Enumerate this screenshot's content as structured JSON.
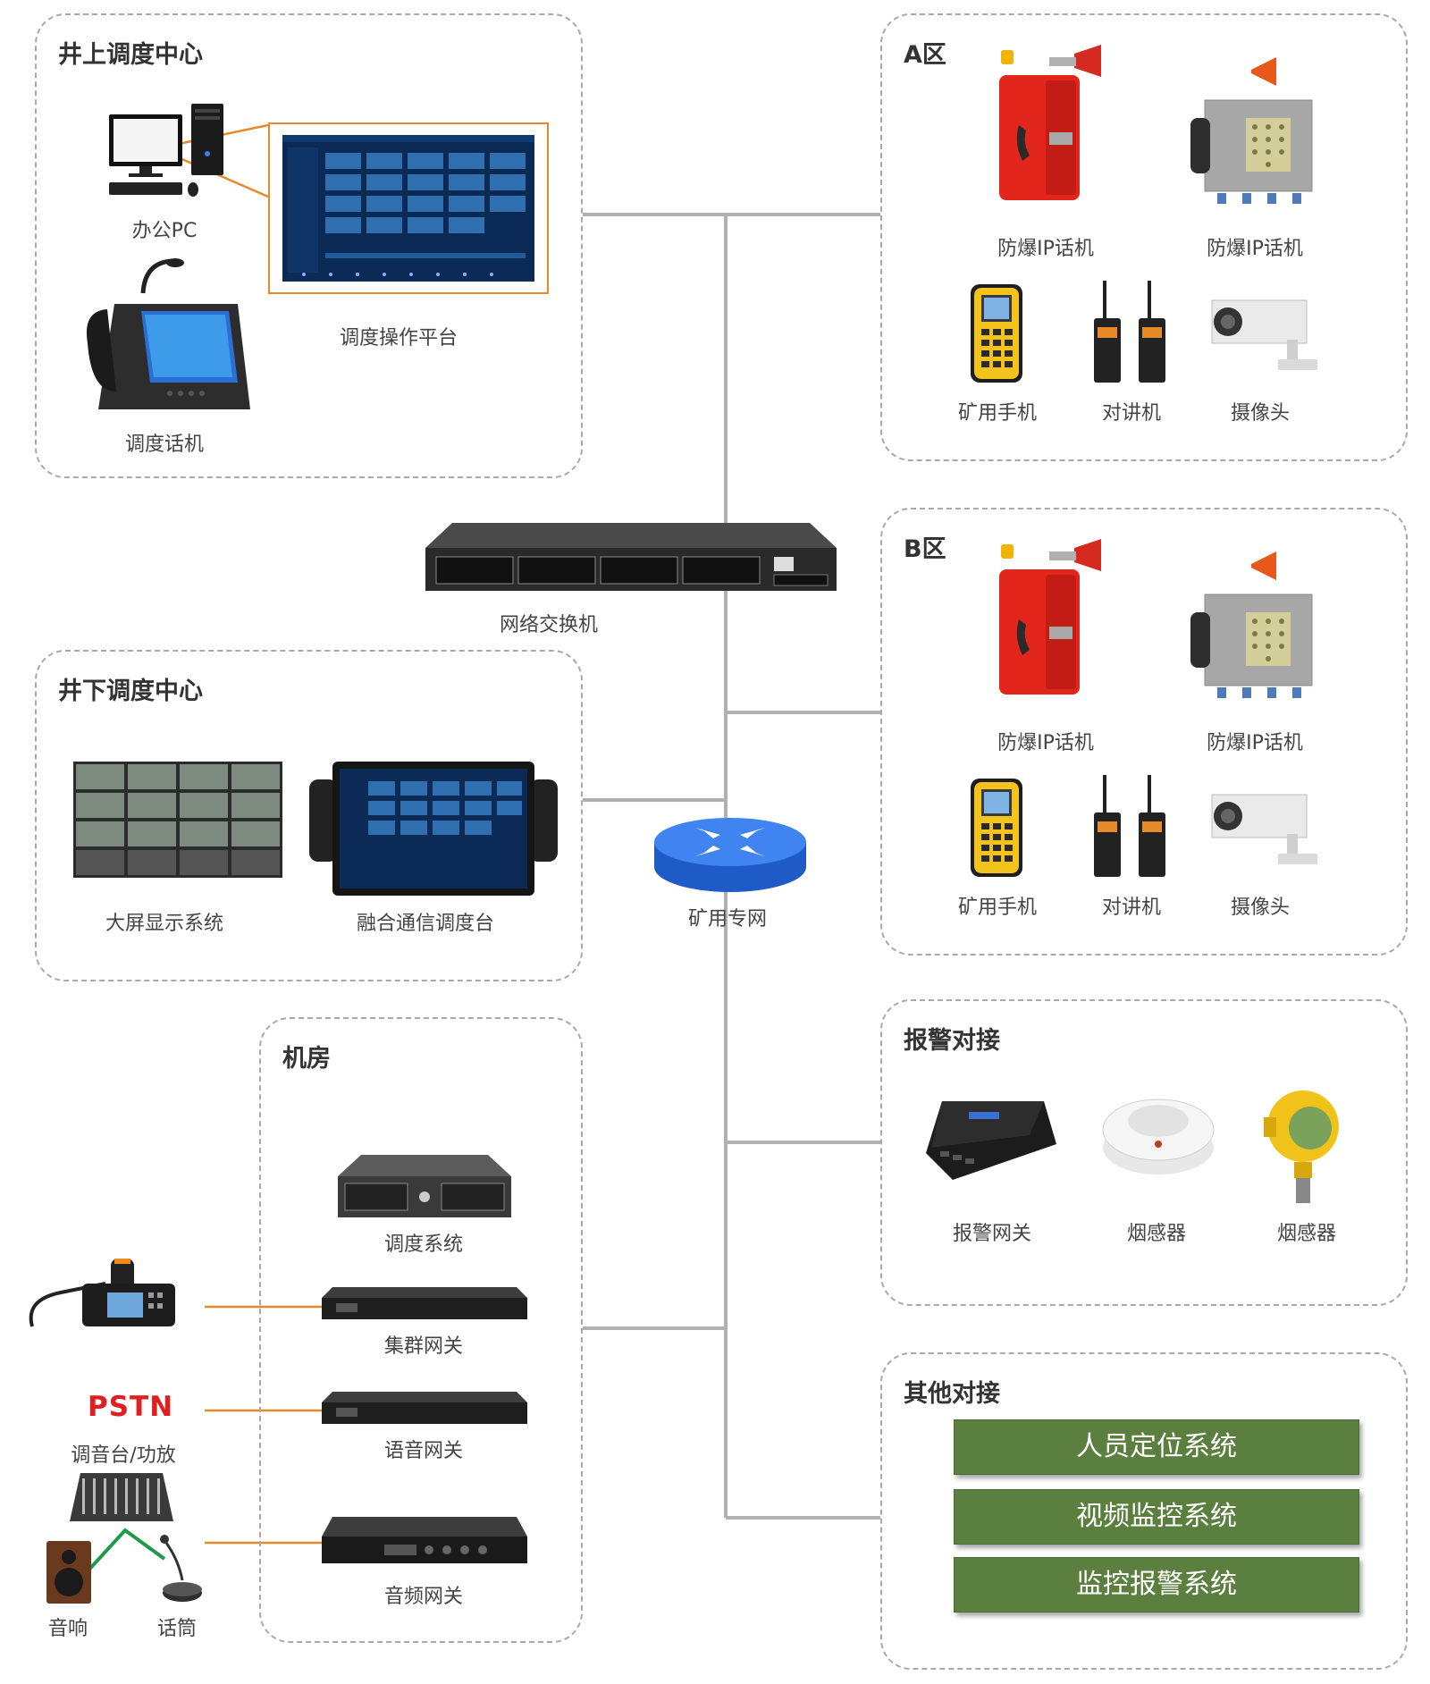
{
  "colors": {
    "box_border": "#a9a9a9",
    "wire": "#b0b0b0",
    "orange_wire": "#e38a2c",
    "green_box": "#5b7f3f",
    "pstn_red": "#e02020"
  },
  "upper_center": {
    "title": "井上调度中心",
    "office_pc": "办公PC",
    "platform": "调度操作平台",
    "phone": "调度话机"
  },
  "switch": {
    "label": "网络交换机"
  },
  "router": {
    "label": "矿用专网"
  },
  "lower_center": {
    "title": "井下调度中心",
    "screen": "大屏显示系统",
    "console": "融合通信调度台"
  },
  "machine_room": {
    "title": "机房",
    "dispatch": "调度系统",
    "trunk": "集群网关",
    "voice": "语音网关",
    "audio": "音频网关"
  },
  "left_devices": {
    "pstn": "PSTN",
    "mixer": "调音台/功放",
    "speaker": "音响",
    "mic": "话筒"
  },
  "zone_a": {
    "title": "A区",
    "ip_phone_1": "防爆IP话机",
    "ip_phone_2": "防爆IP话机",
    "handset": "矿用手机",
    "walkie": "对讲机",
    "camera": "摄像头"
  },
  "zone_b": {
    "title": "B区",
    "ip_phone_1": "防爆IP话机",
    "ip_phone_2": "防爆IP话机",
    "handset": "矿用手机",
    "walkie": "对讲机",
    "camera": "摄像头"
  },
  "alarm": {
    "title": "报警对接",
    "gateway": "报警网关",
    "smoke_1": "烟感器",
    "smoke_2": "烟感器"
  },
  "other": {
    "title": "其他对接",
    "items": [
      "人员定位系统",
      "视频监控系统",
      "监控报警系统"
    ]
  }
}
